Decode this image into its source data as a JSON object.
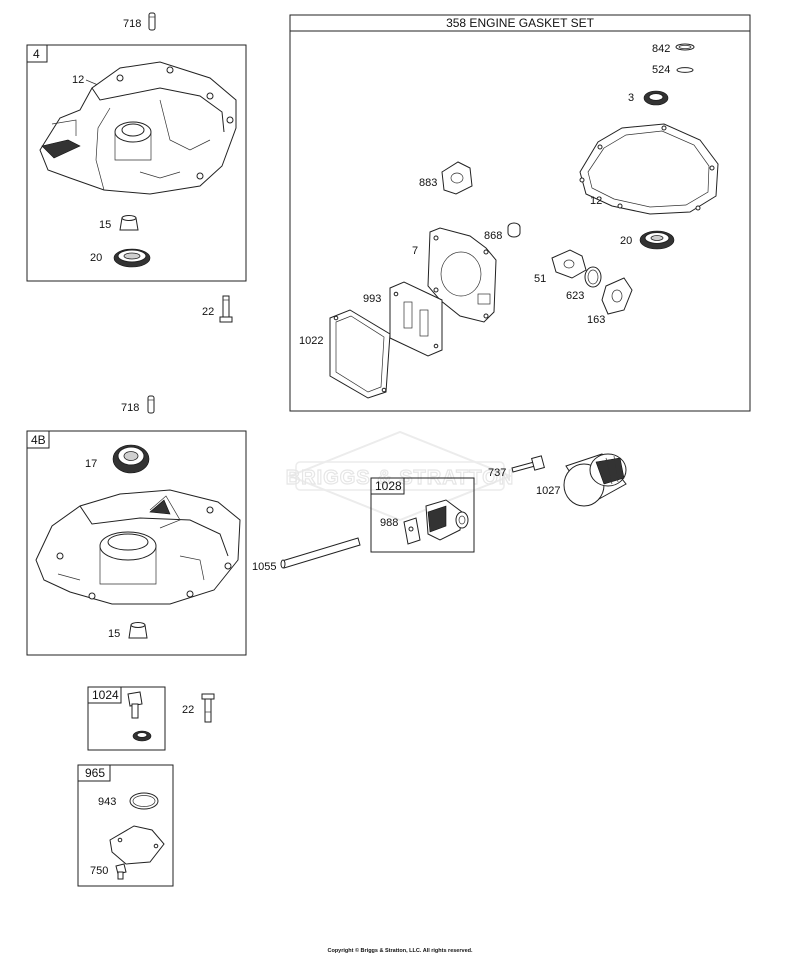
{
  "gasket_set": {
    "title": "358 ENGINE GASKET SET"
  },
  "box_labels": {
    "b4": "4",
    "b4b": "4B",
    "b1028": "1028",
    "b1024": "1024",
    "b965": "965"
  },
  "part_labels": {
    "p718a": "718",
    "p12a": "12",
    "p15a": "15",
    "p20a": "20",
    "p22a": "22",
    "p842": "842",
    "p524": "524",
    "p3": "3",
    "p883": "883",
    "p12b": "12",
    "p868": "868",
    "p7": "7",
    "p20b": "20",
    "p51": "51",
    "p623": "623",
    "p993": "993",
    "p163": "163",
    "p1022": "1022",
    "p718b": "718",
    "p17": "17",
    "p15b": "15",
    "p737": "737",
    "p1027": "1027",
    "p988": "988",
    "p1055": "1055",
    "p22b": "22",
    "p943": "943",
    "p750": "750"
  },
  "watermark": "BRIGGS & STRATTON",
  "copyright": "Copyright © Briggs & Stratton, LLC. All rights reserved."
}
